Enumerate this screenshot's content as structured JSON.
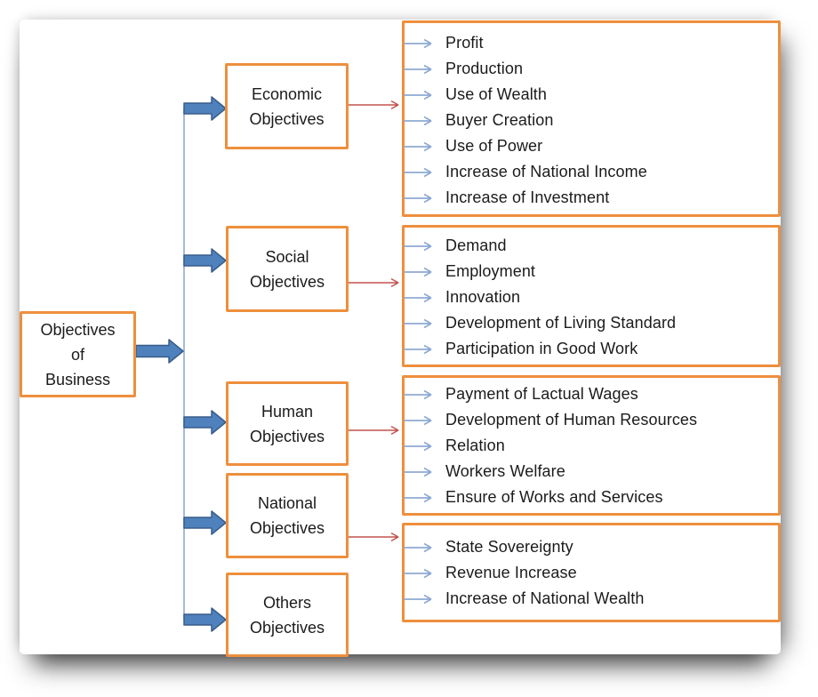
{
  "diagram": {
    "root": {
      "label": "Objectives\nof\nBusiness"
    },
    "branches": [
      {
        "label": "Economic\nObjectives",
        "items": [
          "Profit",
          "Production",
          "Use of Wealth",
          "Buyer Creation",
          "Use of Power",
          "Increase of National Income",
          "Increase of Investment"
        ]
      },
      {
        "label": "Social\nObjectives",
        "items": [
          "Demand",
          "Employment",
          "Innovation",
          "Development of Living Standard",
          "Participation in Good Work"
        ]
      },
      {
        "label": "Human\nObjectives",
        "items": [
          "Payment of Lactual Wages",
          "Development of Human Resources",
          "Relation",
          "Workers Welfare",
          "Ensure of Works and Services"
        ]
      },
      {
        "label": "National\nObjectives",
        "items": [
          "State Sovereignty",
          "Revenue Increase",
          "Increase of National Wealth"
        ]
      },
      {
        "label": "Others\nObjectives",
        "items": []
      }
    ],
    "colors": {
      "box_border_orange": "#EE8F3D",
      "block_arrow_fill": "#4F81BD",
      "block_arrow_stroke": "#385D8A",
      "thin_blue_arrow": "#8EAAD2",
      "red_connector": "#C4524E",
      "text": "#1B1B1B"
    }
  }
}
